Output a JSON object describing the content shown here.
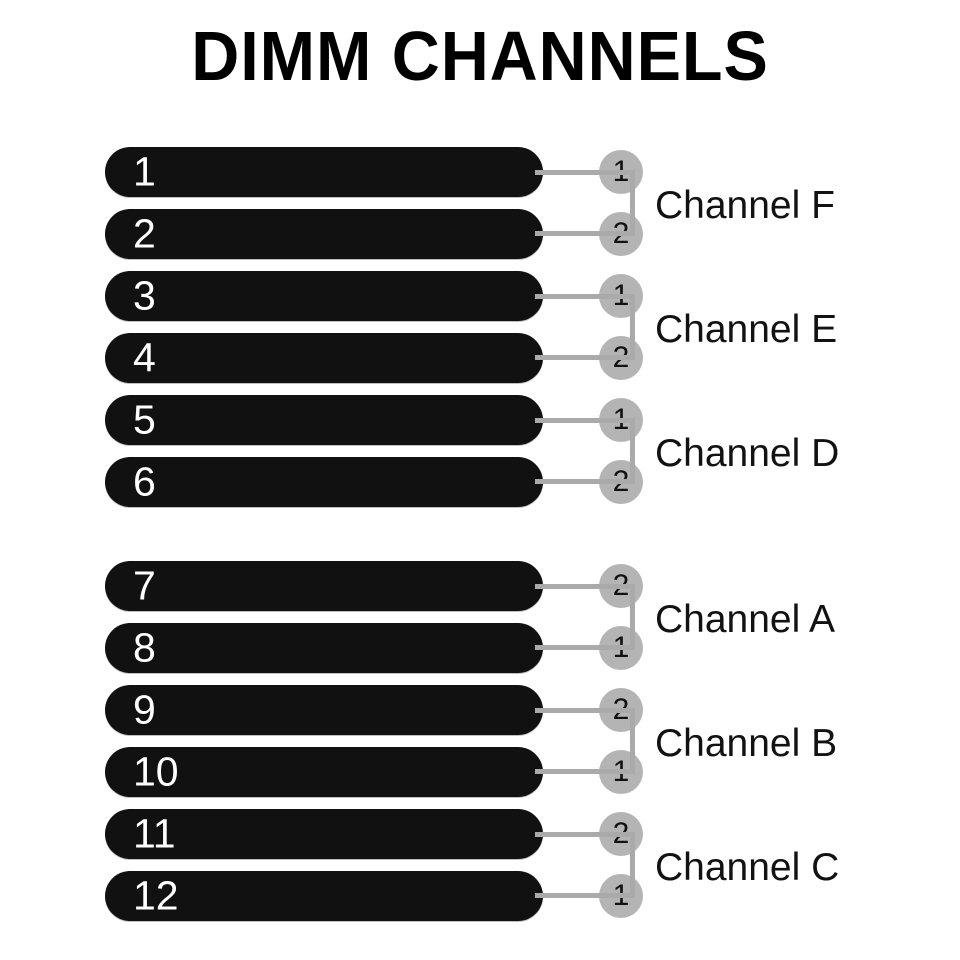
{
  "title": "DIMM CHANNELS",
  "colors": {
    "background": "#ffffff",
    "slot_fill": "#111111",
    "slot_number": "#ffffff",
    "badge_fill": "#b4b4b4",
    "badge_text": "#111111",
    "bracket_line": "#aaaaaa",
    "label_text": "#121212",
    "title_text": "#000000"
  },
  "groups": [
    {
      "name": "upper-group",
      "slots": [
        {
          "number": "1",
          "badge": "1"
        },
        {
          "number": "2",
          "badge": "2"
        },
        {
          "number": "3",
          "badge": "1"
        },
        {
          "number": "4",
          "badge": "2"
        },
        {
          "number": "5",
          "badge": "1"
        },
        {
          "number": "6",
          "badge": "2"
        }
      ],
      "channels": [
        {
          "label": "Channel F",
          "slots": [
            "1",
            "2"
          ]
        },
        {
          "label": "Channel E",
          "slots": [
            "3",
            "4"
          ]
        },
        {
          "label": "Channel D",
          "slots": [
            "5",
            "6"
          ]
        }
      ]
    },
    {
      "name": "lower-group",
      "slots": [
        {
          "number": "7",
          "badge": "2"
        },
        {
          "number": "8",
          "badge": "1"
        },
        {
          "number": "9",
          "badge": "2"
        },
        {
          "number": "10",
          "badge": "1"
        },
        {
          "number": "11",
          "badge": "2"
        },
        {
          "number": "12",
          "badge": "1"
        }
      ],
      "channels": [
        {
          "label": "Channel A",
          "slots": [
            "7",
            "8"
          ]
        },
        {
          "label": "Channel B",
          "slots": [
            "9",
            "10"
          ]
        },
        {
          "label": "Channel C",
          "slots": [
            "11",
            "12"
          ]
        }
      ]
    }
  ]
}
